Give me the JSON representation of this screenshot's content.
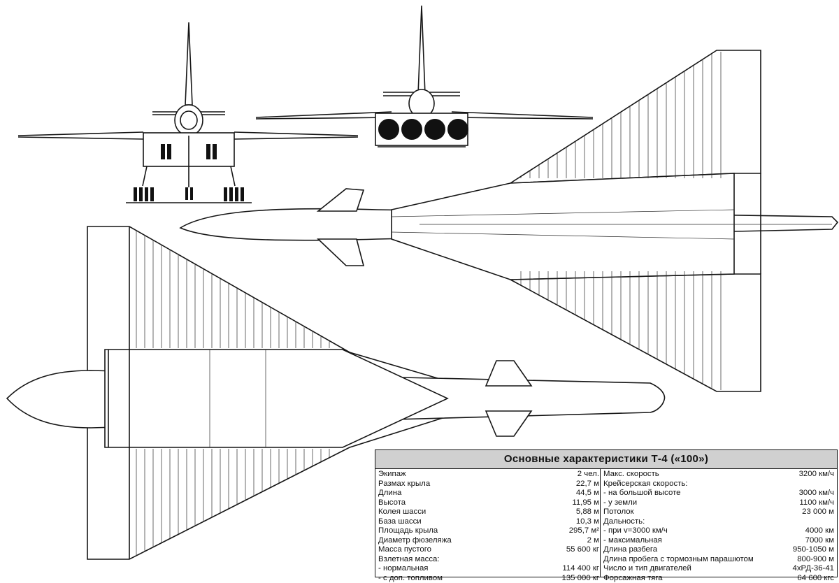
{
  "specs": {
    "title": "Основные характеристики Т-4 («100»)",
    "left": [
      {
        "label": "Экипаж",
        "value": "2 чел."
      },
      {
        "label": "Размах крыла",
        "value": "22,7 м"
      },
      {
        "label": "Длина",
        "value": "44,5 м"
      },
      {
        "label": "Высота",
        "value": "11,95 м"
      },
      {
        "label": "Колея шасси",
        "value": "5,88 м"
      },
      {
        "label": "База шасси",
        "value": "10,3 м"
      },
      {
        "label": "Площадь крыла",
        "value": "295,7 м²"
      },
      {
        "label": "Диаметр фюзеляжа",
        "value": "2 м"
      },
      {
        "label": "Масса пустого",
        "value": "55 600 кг"
      },
      {
        "label": "Взлетная масса:",
        "value": ""
      },
      {
        "label": "- нормальная",
        "value": "114 400 кг"
      },
      {
        "label": "- с доп. топливом",
        "value": "135 000 кг"
      }
    ],
    "right": [
      {
        "label": "Макс. скорость",
        "value": "3200 км/ч"
      },
      {
        "label": "Крейсерская скорость:",
        "value": ""
      },
      {
        "label": "- на большой высоте",
        "value": "3000 км/ч"
      },
      {
        "label": "- у земли",
        "value": "1100 км/ч"
      },
      {
        "label": "Потолок",
        "value": "23 000 м"
      },
      {
        "label": "Дальность:",
        "value": ""
      },
      {
        "label": "- при v=3000 км/ч",
        "value": "4000 км"
      },
      {
        "label": "- максимальная",
        "value": "7000 км"
      },
      {
        "label": "Длина разбега",
        "value": "950-1050 м"
      },
      {
        "label": "Длина пробега с тормозным парашютом",
        "value": "800-900 м"
      },
      {
        "label": "Число и тип двигателей",
        "value": "4хРД-36-41"
      },
      {
        "label": "Форсажная тяга",
        "value": "64 600 кгс"
      }
    ]
  }
}
